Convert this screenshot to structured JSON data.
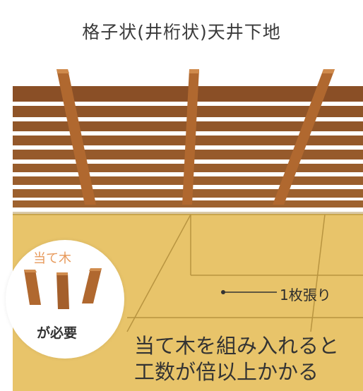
{
  "title": "格子状(井桁状)天井下地",
  "labels": {
    "one_board": "1枚張り",
    "prop_wood": "当て木",
    "needed": "が必要"
  },
  "note": {
    "line1": "当て木を組み入れると",
    "line2": "工数が倍以上かかる"
  },
  "colors": {
    "wood_dark": "#8a4f26",
    "wood_light": "#b0682f",
    "board": "#e8c46a",
    "accent": "#e79a5c"
  }
}
